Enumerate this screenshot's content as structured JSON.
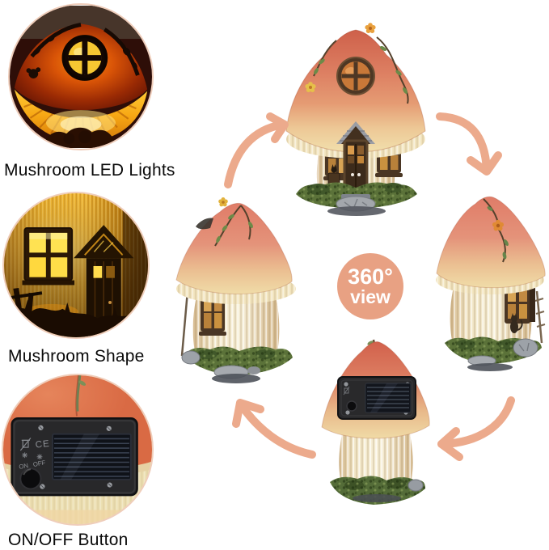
{
  "labels": {
    "led_lights": "Mushroom LED Lights",
    "mushroom_shape": "Mushroom Shape",
    "on_off_button": "ON/OFF Button"
  },
  "badge": {
    "line1": "360°",
    "line2": "view"
  },
  "solar_panel": {
    "on": "ON",
    "off": "OFF",
    "ce": "CE"
  },
  "colors": {
    "accent_salmon": "#E8A183",
    "arrow": "#ECAA8C",
    "circle_border": "#EFCDBA",
    "label_text": "#0A0A0A",
    "badge_text": "#FFFFFF",
    "cap_red": "#D97B60",
    "stem_cream": "#F2E7C8",
    "grass_green": "#5B7239",
    "glow_amber": "#FFC22E",
    "panel_black": "#28282A"
  }
}
